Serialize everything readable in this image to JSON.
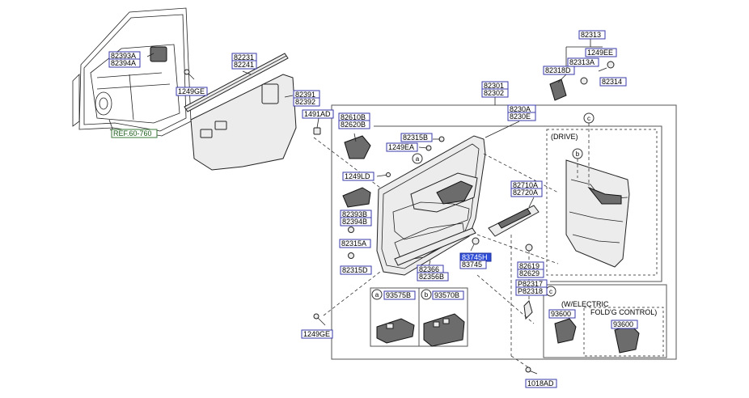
{
  "labels": {
    "l82393A": "82393A",
    "l82394A": "82394A",
    "l1249GE_top": "1249GE",
    "l82231": "82231",
    "l82241": "82241",
    "l82391": "82391",
    "l82392": "82392",
    "l1491AD": "1491AD",
    "l82610B": "82610B",
    "l82620B": "82620B",
    "lREF": "REF.60-760",
    "l82313": "82313",
    "l1249EE": "1249EE",
    "l82313A": "82313A",
    "l82318D": "82318D",
    "l82314": "82314",
    "l82301": "82301",
    "l82302": "82302",
    "l8230A": "8230A",
    "l8230E": "8230E",
    "l82315B": "82315B",
    "l1249EA": "1249EA",
    "l1249LD": "1249LD",
    "l82393B": "82393B",
    "l82394B": "82394B",
    "l82315A": "82315A",
    "l82315D": "82315D",
    "l82710A": "82710A",
    "l82720A": "82720A",
    "l83745H": "83745H",
    "l83745": "83745",
    "l82366": "82366",
    "l82356B": "82356B",
    "l82619": "82619",
    "l82629": "82629",
    "lP82317": "P82317",
    "lP82318": "P82318",
    "l93575B": "93575B",
    "l93570B": "93570B",
    "l93600a": "93600",
    "l93600b": "93600",
    "l1249GE_bot": "1249GE",
    "l1018AD": "1018AD"
  },
  "callouts": {
    "a": "a",
    "b": "b",
    "c": "c"
  },
  "notes": {
    "drive": "(DRIVE)",
    "electric1": "(W/ELECTRIC",
    "electric2": "FOLD'G CONTROL)"
  }
}
